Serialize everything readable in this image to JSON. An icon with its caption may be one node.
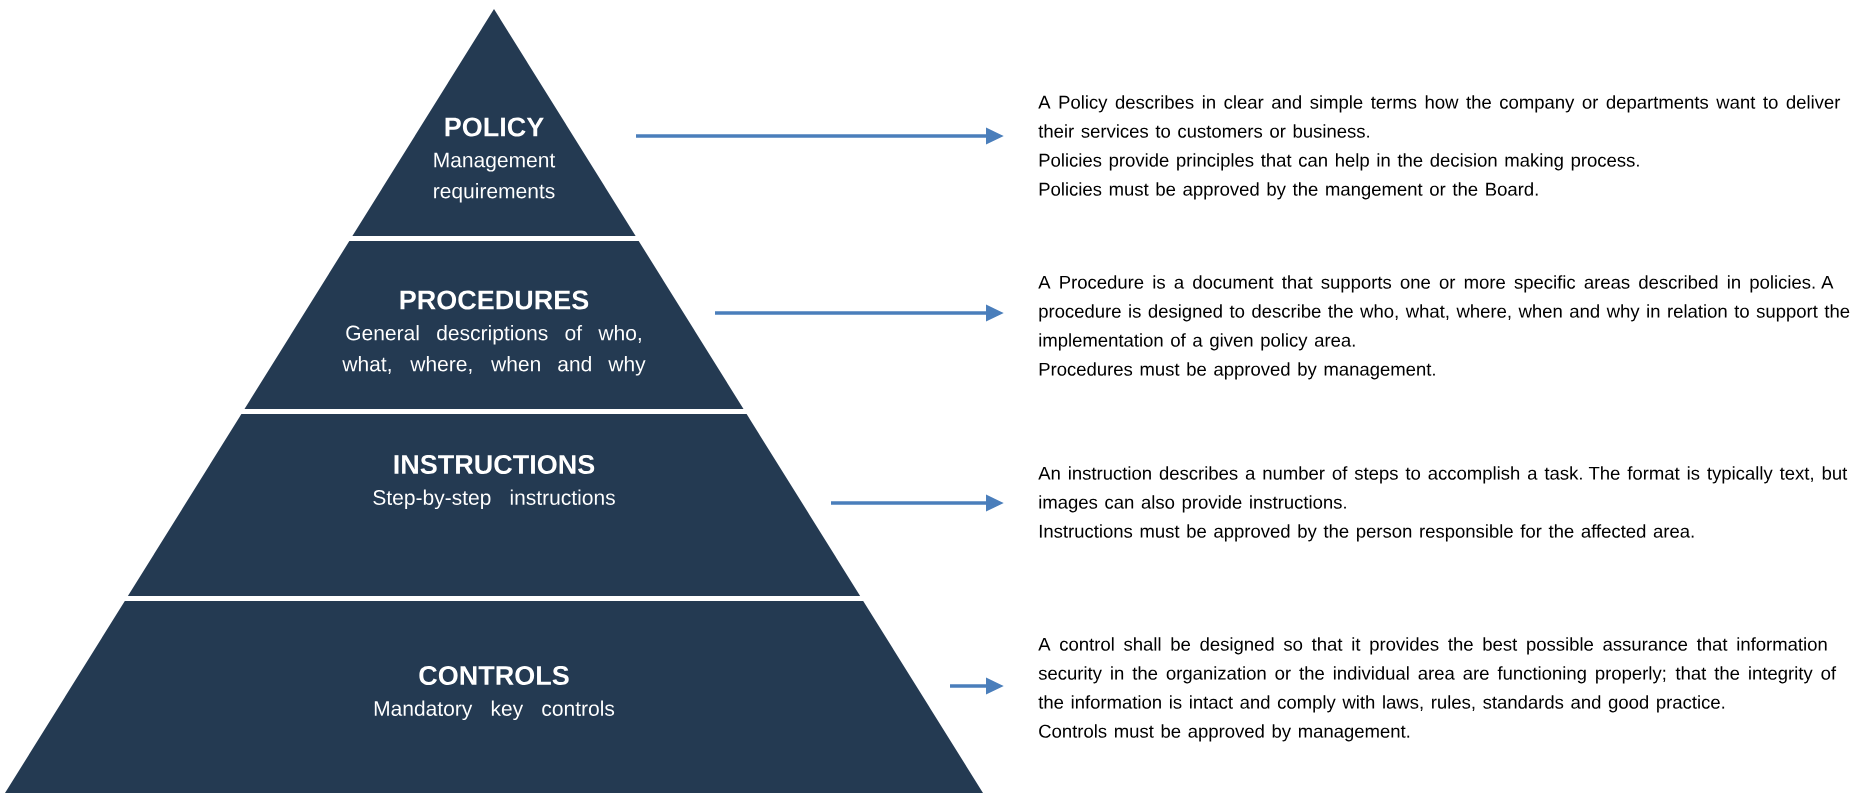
{
  "diagram": {
    "nodes": [
      {
        "text": [
          "POLICY",
          "Management requirements"
        ]
      },
      {
        "text": [
          "PROCEDURES",
          "General descriptions of who, what, where, when and why"
        ]
      },
      {
        "text": [
          "INSTRUCTIONS",
          "Step-by-step instructions"
        ]
      },
      {
        "text": [
          "CONTROLS",
          "Mandatory key controls"
        ]
      },
      {
        "text": [
          "A Policy describes in clear and simple terms how the company or departments want to deliver their services to customers or business.",
          "Policies provide principles that can help in the decision making process.",
          "Policies must be approved by the mangement or the Board."
        ]
      },
      {
        "text": [
          "A Procedure is a document that supports one or more specific areas described in policies. A procedure is designed to describe the who, what, where, when and why in relation to support the implementation of a given policy area.",
          "Procedures must be approved by management."
        ]
      },
      {
        "text": [
          "An instruction describes a number of steps to accomplish a task. The format is typically text, but images can also provide instructions.",
          "Instructions must be approved by the person responsible for the affected area."
        ]
      },
      {
        "text": [
          "A control shall be designed so that it provides the best possible assurance that information security in the organization or the individual area are functioning properly; that the integrity of the information is intact and comply with laws, rules, standards and good practice.",
          "Controls must be approved by management."
        ]
      }
    ],
    "edges": [
      {
        "from": 0,
        "to": 4,
        "arrow": "to"
      },
      {
        "from": 1,
        "to": 5,
        "arrow": "to"
      },
      {
        "from": 2,
        "to": 6,
        "arrow": "to"
      },
      {
        "from": 3,
        "to": 7,
        "arrow": "to"
      }
    ]
  }
}
